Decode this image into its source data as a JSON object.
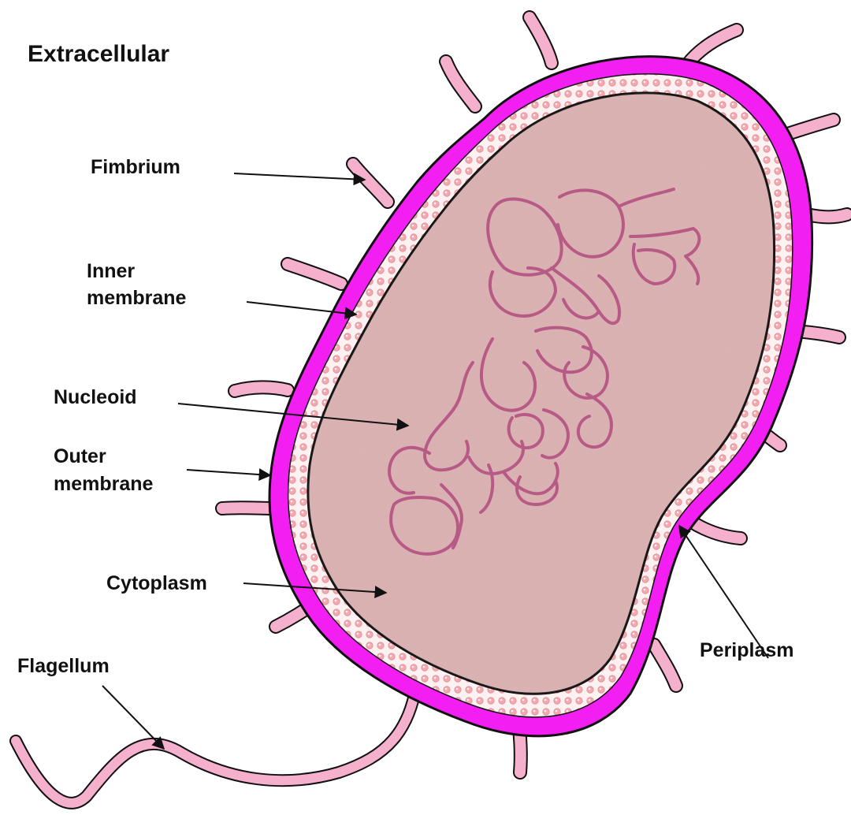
{
  "diagram": {
    "labels": {
      "extracellular": "Extracellular",
      "fimbrium": "Fimbrium",
      "inner_membrane_line1": "Inner",
      "inner_membrane_line2": "membrane",
      "nucleoid": "Nucleoid",
      "outer_membrane_line1": "Outer",
      "outer_membrane_line2": "membrane",
      "cytoplasm": "Cytoplasm",
      "flagellum": "Flagellum",
      "periplasm": "Periplasm"
    },
    "colors": {
      "outer_membrane": "#f21ef2",
      "periplasm": "#fdf1f1",
      "periplasm_dots": "#f3a9b0",
      "cytoplasm": "#dcb3b3",
      "nucleoid": "#b85a86",
      "fimbrium": "#f4b0cc",
      "flagellum": "#f4b0cc",
      "outline": "#111111"
    },
    "icons": {
      "arrow": "arrow-icon"
    }
  }
}
